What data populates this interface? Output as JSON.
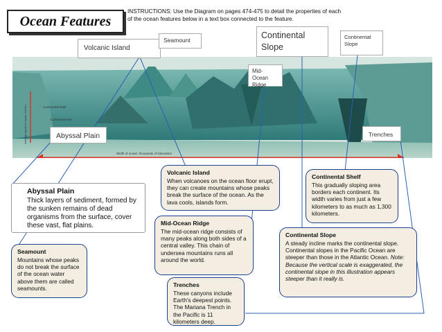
{
  "title": "Ocean Features",
  "instructions": "INSTRUCTIONS: Use the Diagram on pages 474-475 to detail the properties of each of the ocean features below in a text box connected to the feature.",
  "labels": {
    "volcanic_island": "Volcanic Island",
    "seamount": "Seamount",
    "continental_slope_large": "Continental Slope",
    "continental_slope_small": "Continental Slope",
    "mid_ocean_ridge": "Mid-Ocean Ridge",
    "abyssal_plain": "Abyssal Plain",
    "trenches": "Trenches"
  },
  "boxes": {
    "abyssal_plain": {
      "heading": "Abyssal Plain",
      "text": "Thick layers of sediment, formed by the sunken remains of dead organisms from the surface, cover these vast, flat plains."
    },
    "volcanic_island": {
      "heading": "Volcanic Island",
      "text": "When volcanoes on the ocean floor erupt, they can create mountains whose peaks break the surface of the ocean. As the lava cools, islands form."
    },
    "continental_shelf": {
      "heading": "Continental Shelf",
      "text": "This gradually sloping area borders each continent. Its width varies from just a few kilometers to as much as 1,300 kilometers."
    },
    "mid_ocean_ridge": {
      "heading": "Mid-Ocean Ridge",
      "text": "The mid-ocean ridge consists of many peaks along both sides of a central valley. This chain of undersea mountains runs all around the world."
    },
    "seamount": {
      "heading": "Seamount",
      "text": "Mountains whose peaks do not break the surface of the ocean water above them are called seamounts."
    },
    "continental_slope": {
      "heading": "Continental Slope",
      "text": "A steady incline marks the continental slope. Continental slopes in the Pacific Ocean are steeper than those in the Atlantic Ocean.",
      "note": "Note: Because the vertical scale is exaggerated, the continental slope in this illustration appears steeper than it really is."
    },
    "trenches": {
      "heading": "Trenches",
      "text": "These canyons include Earth's deepest points. The Mariana Trench in the Pacific is 11 kilometers deep."
    }
  },
  "diagram_text": {
    "depth_axis": "Average depth of ocean: 3.8 km",
    "width_axis": "Width of ocean: thousands of kilometers",
    "shelf_label": "Continental shelf",
    "rise_label": "Continental rise"
  },
  "colors": {
    "sky": "#cfe0dc",
    "water": "#4e9a98",
    "seafloor": "#3f8a86",
    "box_border": "#1a3f8e",
    "box_fill": "#f3eee1",
    "arrow": "#d8342a"
  }
}
